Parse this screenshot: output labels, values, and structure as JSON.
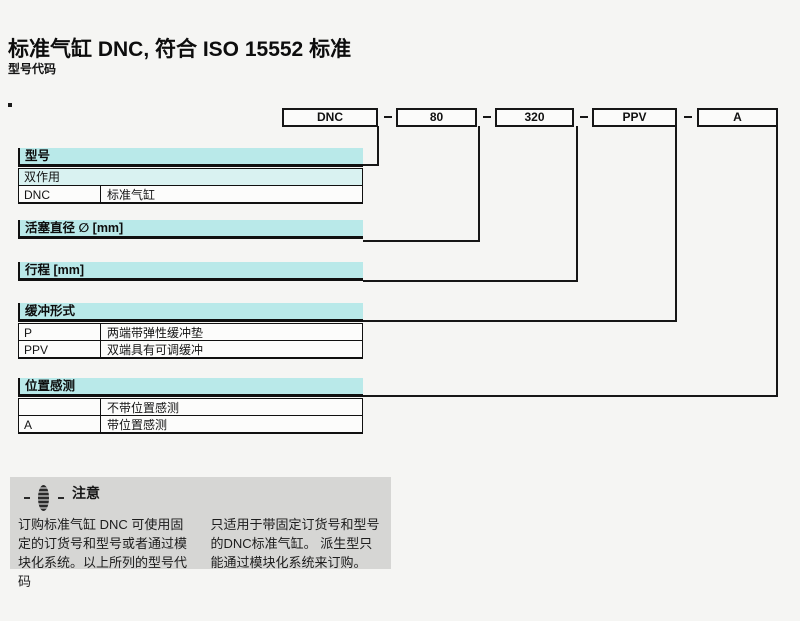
{
  "page": {
    "title": "标准气缸 DNC, 符合 ISO 15552 标准",
    "subtitle": "型号代码"
  },
  "code_bar": {
    "boxes": [
      {
        "label": "DNC"
      },
      {
        "label": "80"
      },
      {
        "label": "320"
      },
      {
        "label": "PPV"
      },
      {
        "label": "A"
      }
    ],
    "separator": "–"
  },
  "sections": [
    {
      "header": "型号",
      "rows": [
        {
          "code": "双作用",
          "desc": ""
        },
        {
          "code": "DNC",
          "desc": "标准气缸"
        }
      ]
    },
    {
      "header": "活塞直径 ∅ [mm]",
      "rows": []
    },
    {
      "header": "行程 [mm]",
      "rows": []
    },
    {
      "header": "缓冲形式",
      "rows": [
        {
          "code": "P",
          "desc": "两端带弹性缓冲垫"
        },
        {
          "code": "PPV",
          "desc": "双端具有可调缓冲"
        }
      ]
    },
    {
      "header": "位置感测",
      "rows": [
        {
          "code": "",
          "desc": "不带位置感测"
        },
        {
          "code": "A",
          "desc": "带位置感测"
        }
      ]
    }
  ],
  "note": {
    "title": "注意",
    "icon": "note-bulb-icon",
    "col1": "订购标准气缸 DNC 可使用固定的订货号和型号或者通过模块化系统。以上所列的型号代码",
    "col2": "只适用于带固定订货号和型号的DNC标准气缸。 派生型只能通过模块化系统来订购。"
  },
  "colors": {
    "page_background": "#f5f5f3",
    "band_cyan": "#b9e9e9",
    "subrow_cyan": "#d9f2f1",
    "line_black": "#161616",
    "note_gray": "#d6d6d4"
  }
}
